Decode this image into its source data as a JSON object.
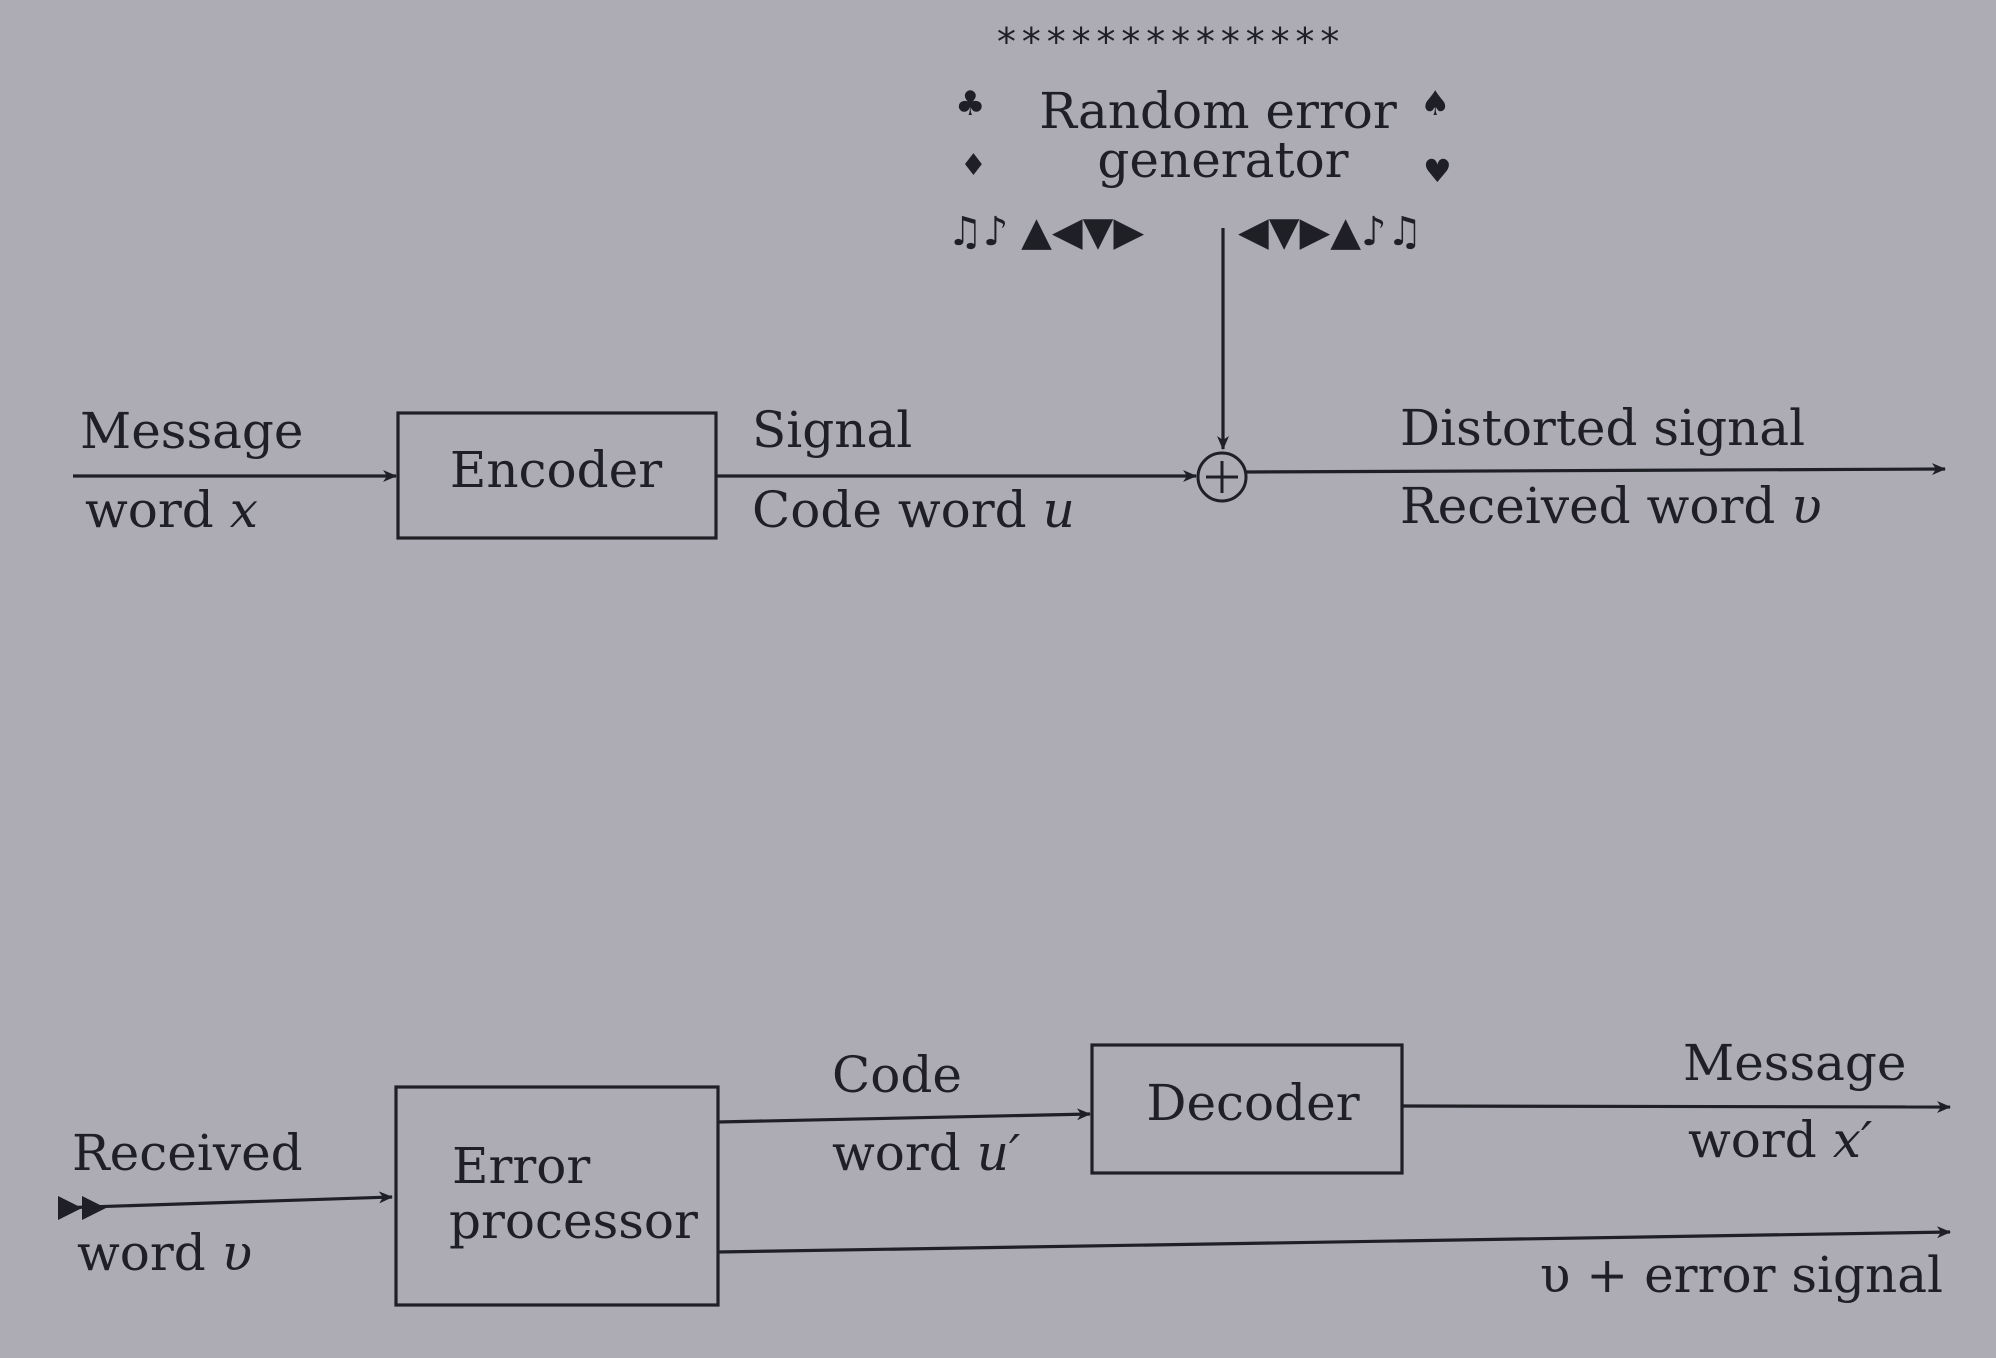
{
  "generator": {
    "stars": "**************",
    "line1": "Random error",
    "line2": "generator",
    "sym_club": "♣",
    "sym_diamond": "♦",
    "sym_spade": "♠",
    "sym_heart": "♥",
    "sym_left": "♫♪ ▲◀▼▶",
    "sym_right": "◀▼▶▲♪♫"
  },
  "top": {
    "message_line1": "Message",
    "message_line2": "word ",
    "message_var": "x",
    "encoder": "Encoder",
    "signal": "Signal",
    "codeword": "Code word ",
    "codeword_var": "u",
    "adder": "⊕",
    "distorted": "Distorted signal",
    "received": "Received word ",
    "received_var": "υ"
  },
  "bottom": {
    "received_line1": "Received",
    "received_line2": "word ",
    "received_var": "υ",
    "processor_line1": "Error",
    "processor_line2": "processor",
    "code_line1": "Code",
    "code_line2": "word ",
    "code_var": "u′",
    "decoder": "Decoder",
    "message_line1": "Message",
    "message_line2": "word ",
    "message_var": "x′",
    "error_signal": "υ + error signal"
  }
}
